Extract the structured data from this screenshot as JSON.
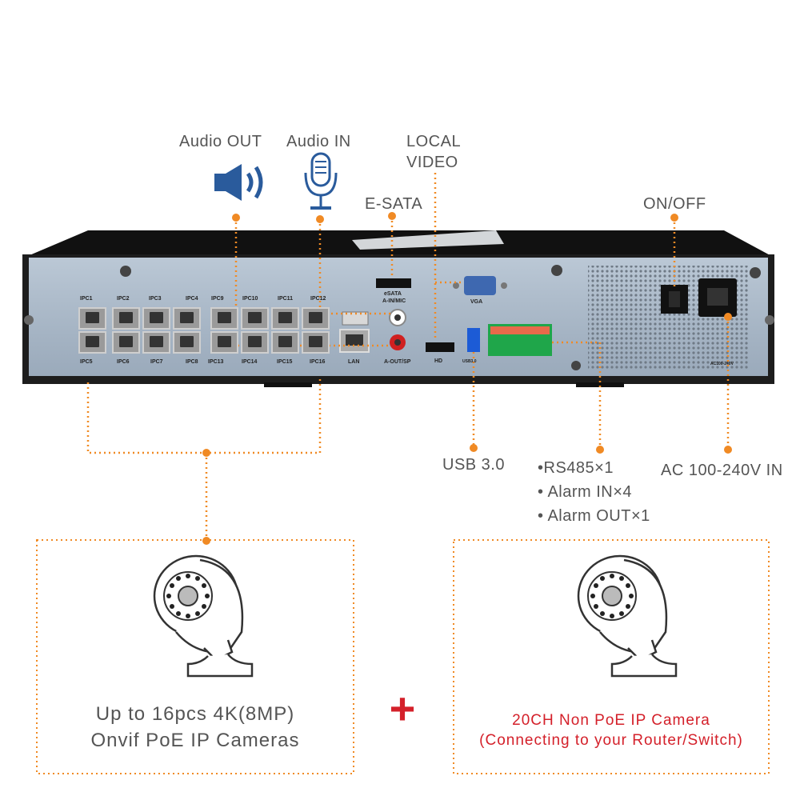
{
  "callouts": {
    "audio_out": "Audio OUT",
    "audio_in": "Audio IN",
    "local_video_1": "LOCAL",
    "local_video_2": "VIDEO",
    "esata": "E-SATA",
    "on_off": "ON/OFF",
    "usb": "USB 3.0",
    "rs485": "•RS485×1",
    "alarm_in": "• Alarm IN×4",
    "alarm_out": "• Alarm OUT×1",
    "ac": "AC 100-240V IN"
  },
  "panel_labels": {
    "top_row": [
      "IPC1",
      "IPC2",
      "IPC3",
      "IPC4",
      "IPC9",
      "IPC10",
      "IPC11",
      "IPC12"
    ],
    "bottom_row": [
      "IPC5",
      "IPC6",
      "IPC7",
      "IPC8",
      "IPC13",
      "IPC14",
      "IPC15",
      "IPC16"
    ],
    "esata": "eSATA",
    "a_in": "A-IN/MIC",
    "lan": "LAN",
    "a_out": "A-OUT/SP",
    "hd": "HD",
    "vga": "VGA",
    "usb": "USB3.0",
    "ac": "AC100-240V"
  },
  "left_box": {
    "line1": "Up to 16pcs 4K(8MP)",
    "line2": "Onvif PoE IP Cameras"
  },
  "plus": "+",
  "right_box": {
    "line1": "20CH Non PoE IP Camera",
    "line2": "(Connecting to your Router/Switch)"
  },
  "colors": {
    "accent_orange": "#f08a24",
    "speaker_blue": "#2a5b9c",
    "plus_red": "#d4202a",
    "right_text_red": "#d4202a",
    "panel_blue_grey": "#9fb0c3",
    "chassis_black": "#1c1c1c"
  },
  "icons": [
    "speaker-icon",
    "microphone-icon",
    "camera-icon"
  ]
}
